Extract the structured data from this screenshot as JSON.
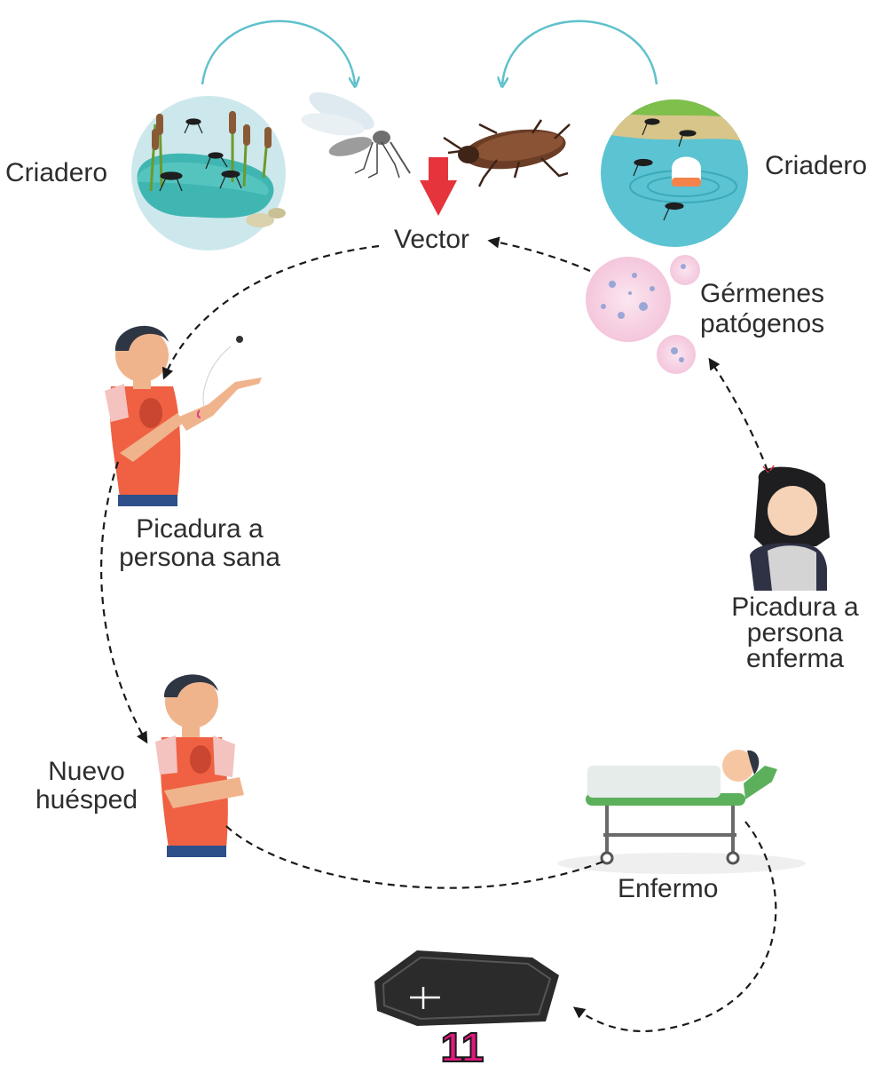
{
  "labels": {
    "breeding_left": "Criadero",
    "breeding_right": "Criadero",
    "vector": "Vector",
    "germs": "Gérmenes\npatógenos",
    "bite_healthy": "Picadura a\npersona sana",
    "bite_sick": "Picadura a\npersona\nenferma",
    "new_host": "Nuevo\nhuésped",
    "sick": "Enfermo"
  },
  "page_number": "11",
  "colors": {
    "teal_arrow": "#5fc1cc",
    "red_arrow": "#e5343b",
    "pond_water": "#3fb6b1",
    "shirt": "#ef6142",
    "page_number": "#e1177d"
  },
  "icons": [
    "pond-icon",
    "mosquito-icon",
    "cockroach-icon",
    "water-circle-icon",
    "germ-icon",
    "boy-icon",
    "woman-icon",
    "stretcher-icon",
    "coffin-icon",
    "cross-icon"
  ]
}
